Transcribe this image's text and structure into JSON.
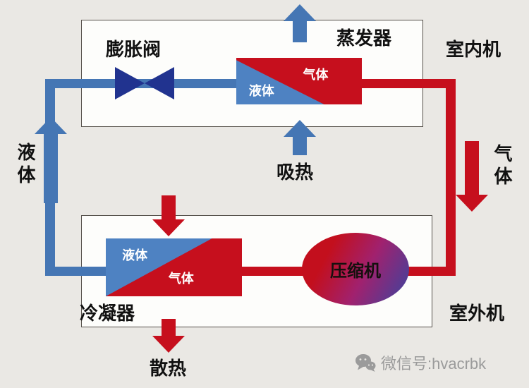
{
  "indoor": {
    "unit_label": "室内机",
    "expansion_valve_label": "膨胀阀",
    "evaporator_label": "蒸发器",
    "evaporator": {
      "liquid": "液体",
      "gas": "气体"
    },
    "absorb_heat_label": "吸热"
  },
  "outdoor": {
    "unit_label": "室外机",
    "condenser_label": "冷凝器",
    "compressor_label": "压缩机",
    "condenser": {
      "liquid": "液体",
      "gas": "气体"
    },
    "release_heat_label": "散热"
  },
  "left_riser": {
    "label": "液体"
  },
  "right_riser": {
    "label": "气体"
  },
  "footer": {
    "wechat_id": "微信号:hvacrbk"
  },
  "icons": {
    "footer": "wechat-chat-bubbles-icon"
  },
  "colors": {
    "background": "#eae8e4",
    "box_fill": "#fdfdfb",
    "box_border": "#55504a",
    "pipe_blue": "#4576b4",
    "region_blue": "#4e82c2",
    "pipe_red": "#c60f1d",
    "valve_navy": "#21338f",
    "compressor_red": "#c30f1d",
    "compressor_purple": "#4c3e97",
    "label_black": "#111111",
    "inner_white": "#ffffff",
    "wechat_gray": "#9b9b9b"
  }
}
